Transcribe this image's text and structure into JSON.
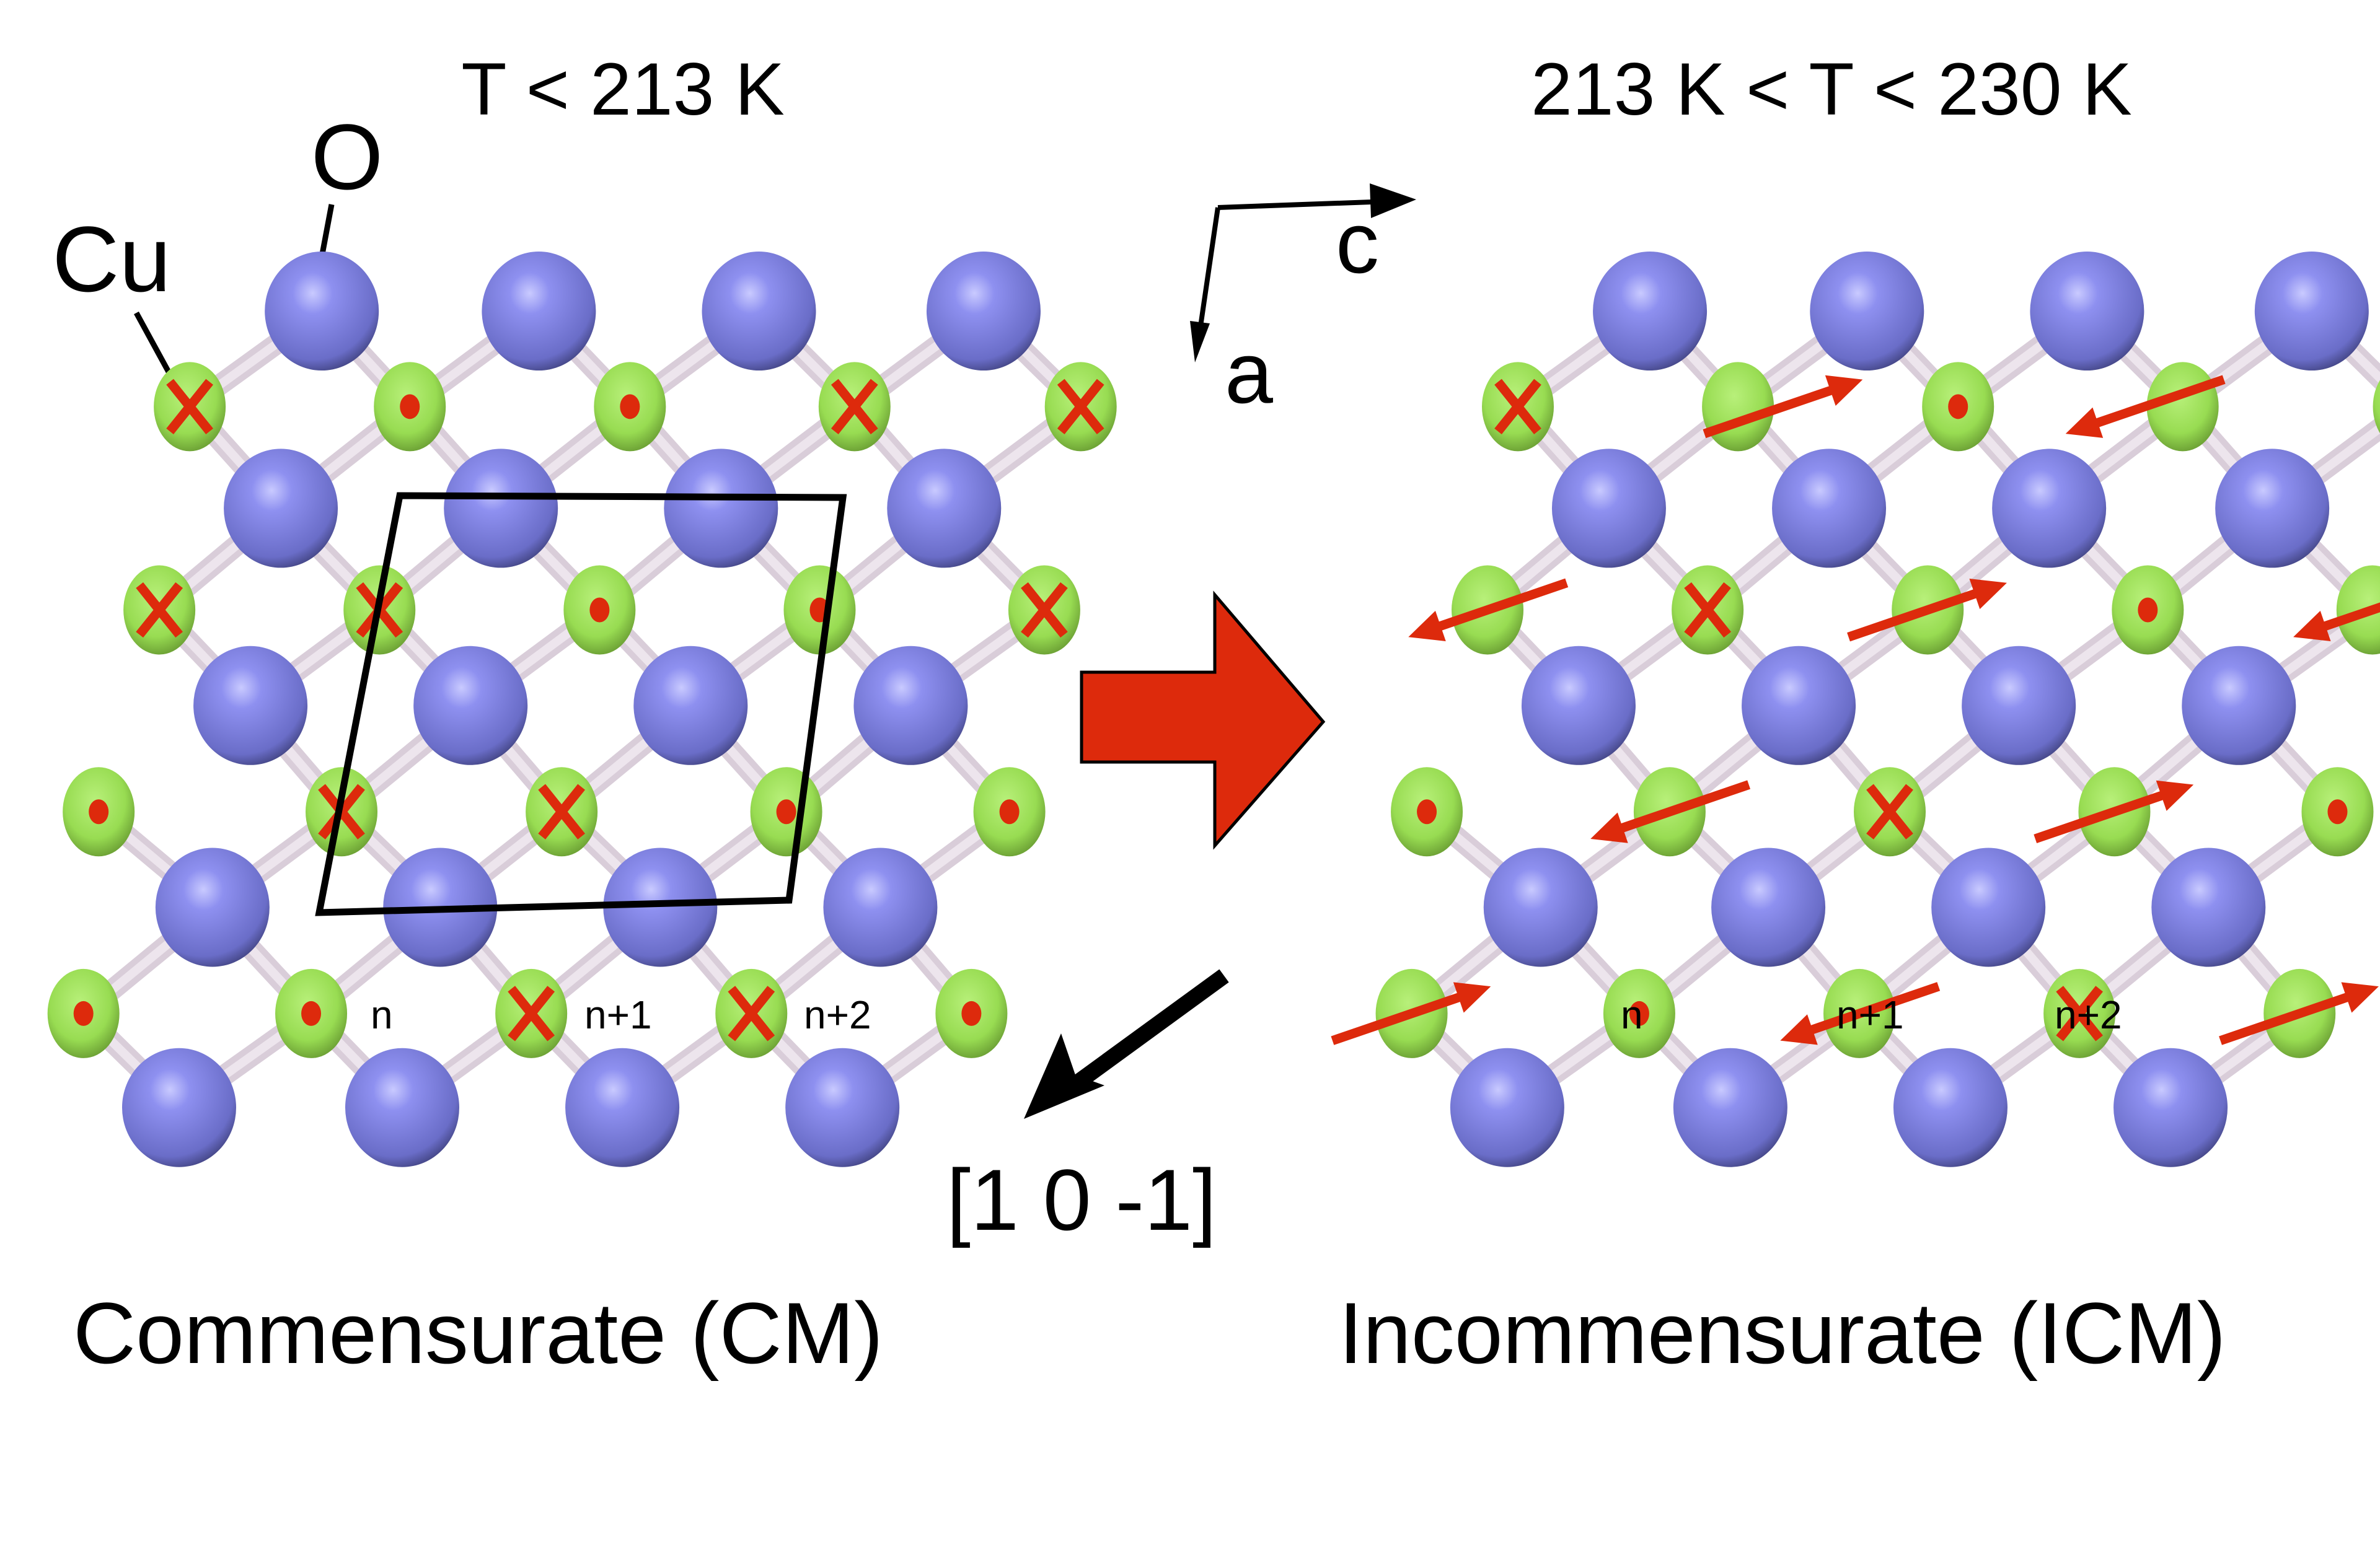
{
  "figure": {
    "left_panel": {
      "temperature_label": "T < 213 K",
      "phase_label": "Commensurate (CM)",
      "atom_labels": {
        "oxygen": "O",
        "copper": "Cu"
      },
      "chain_labels": [
        "n",
        "n+1",
        "n+2"
      ]
    },
    "right_panel": {
      "temperature_label": "213 K < T < 230 K",
      "phase_label": "Incommensurate (ICM)",
      "chain_labels": [
        "n",
        "n+1",
        "n+2"
      ]
    },
    "axes": {
      "c_label": "c",
      "a_label": "a"
    },
    "direction_label": "[1 0 -1]",
    "colors": {
      "oxygen": "#7b7fe0",
      "copper": "#9fe05a",
      "bond": "#e8dde8",
      "spin_marker": "#dd2a0c",
      "transition_arrow": "#dd2a0c",
      "unit_cell": "#000000"
    },
    "legend_semantics": {
      "dot": "spin out of plane (toward viewer)",
      "cross": "spin into plane (away from viewer)",
      "red_arrow": "in-plane spin component"
    }
  }
}
